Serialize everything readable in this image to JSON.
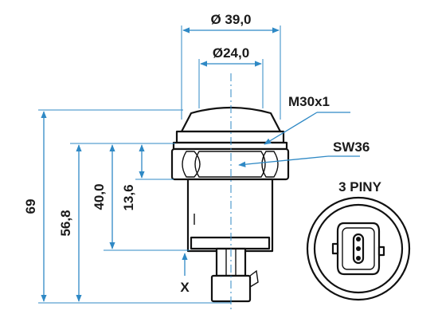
{
  "dimensions": {
    "outer_diameter": "Ø 39,0",
    "inner_diameter": "Ø24,0",
    "thread": "M30x1",
    "wrench_size": "SW36",
    "total_height": "69",
    "height_56": "56,8",
    "height_40": "40,0",
    "height_13": "13,6",
    "x_marker": "X"
  },
  "connector": {
    "title": "3 PINY"
  },
  "colors": {
    "dimension_line": "#2f89c5",
    "outline": "#111111",
    "text": "#1a1a1a"
  }
}
